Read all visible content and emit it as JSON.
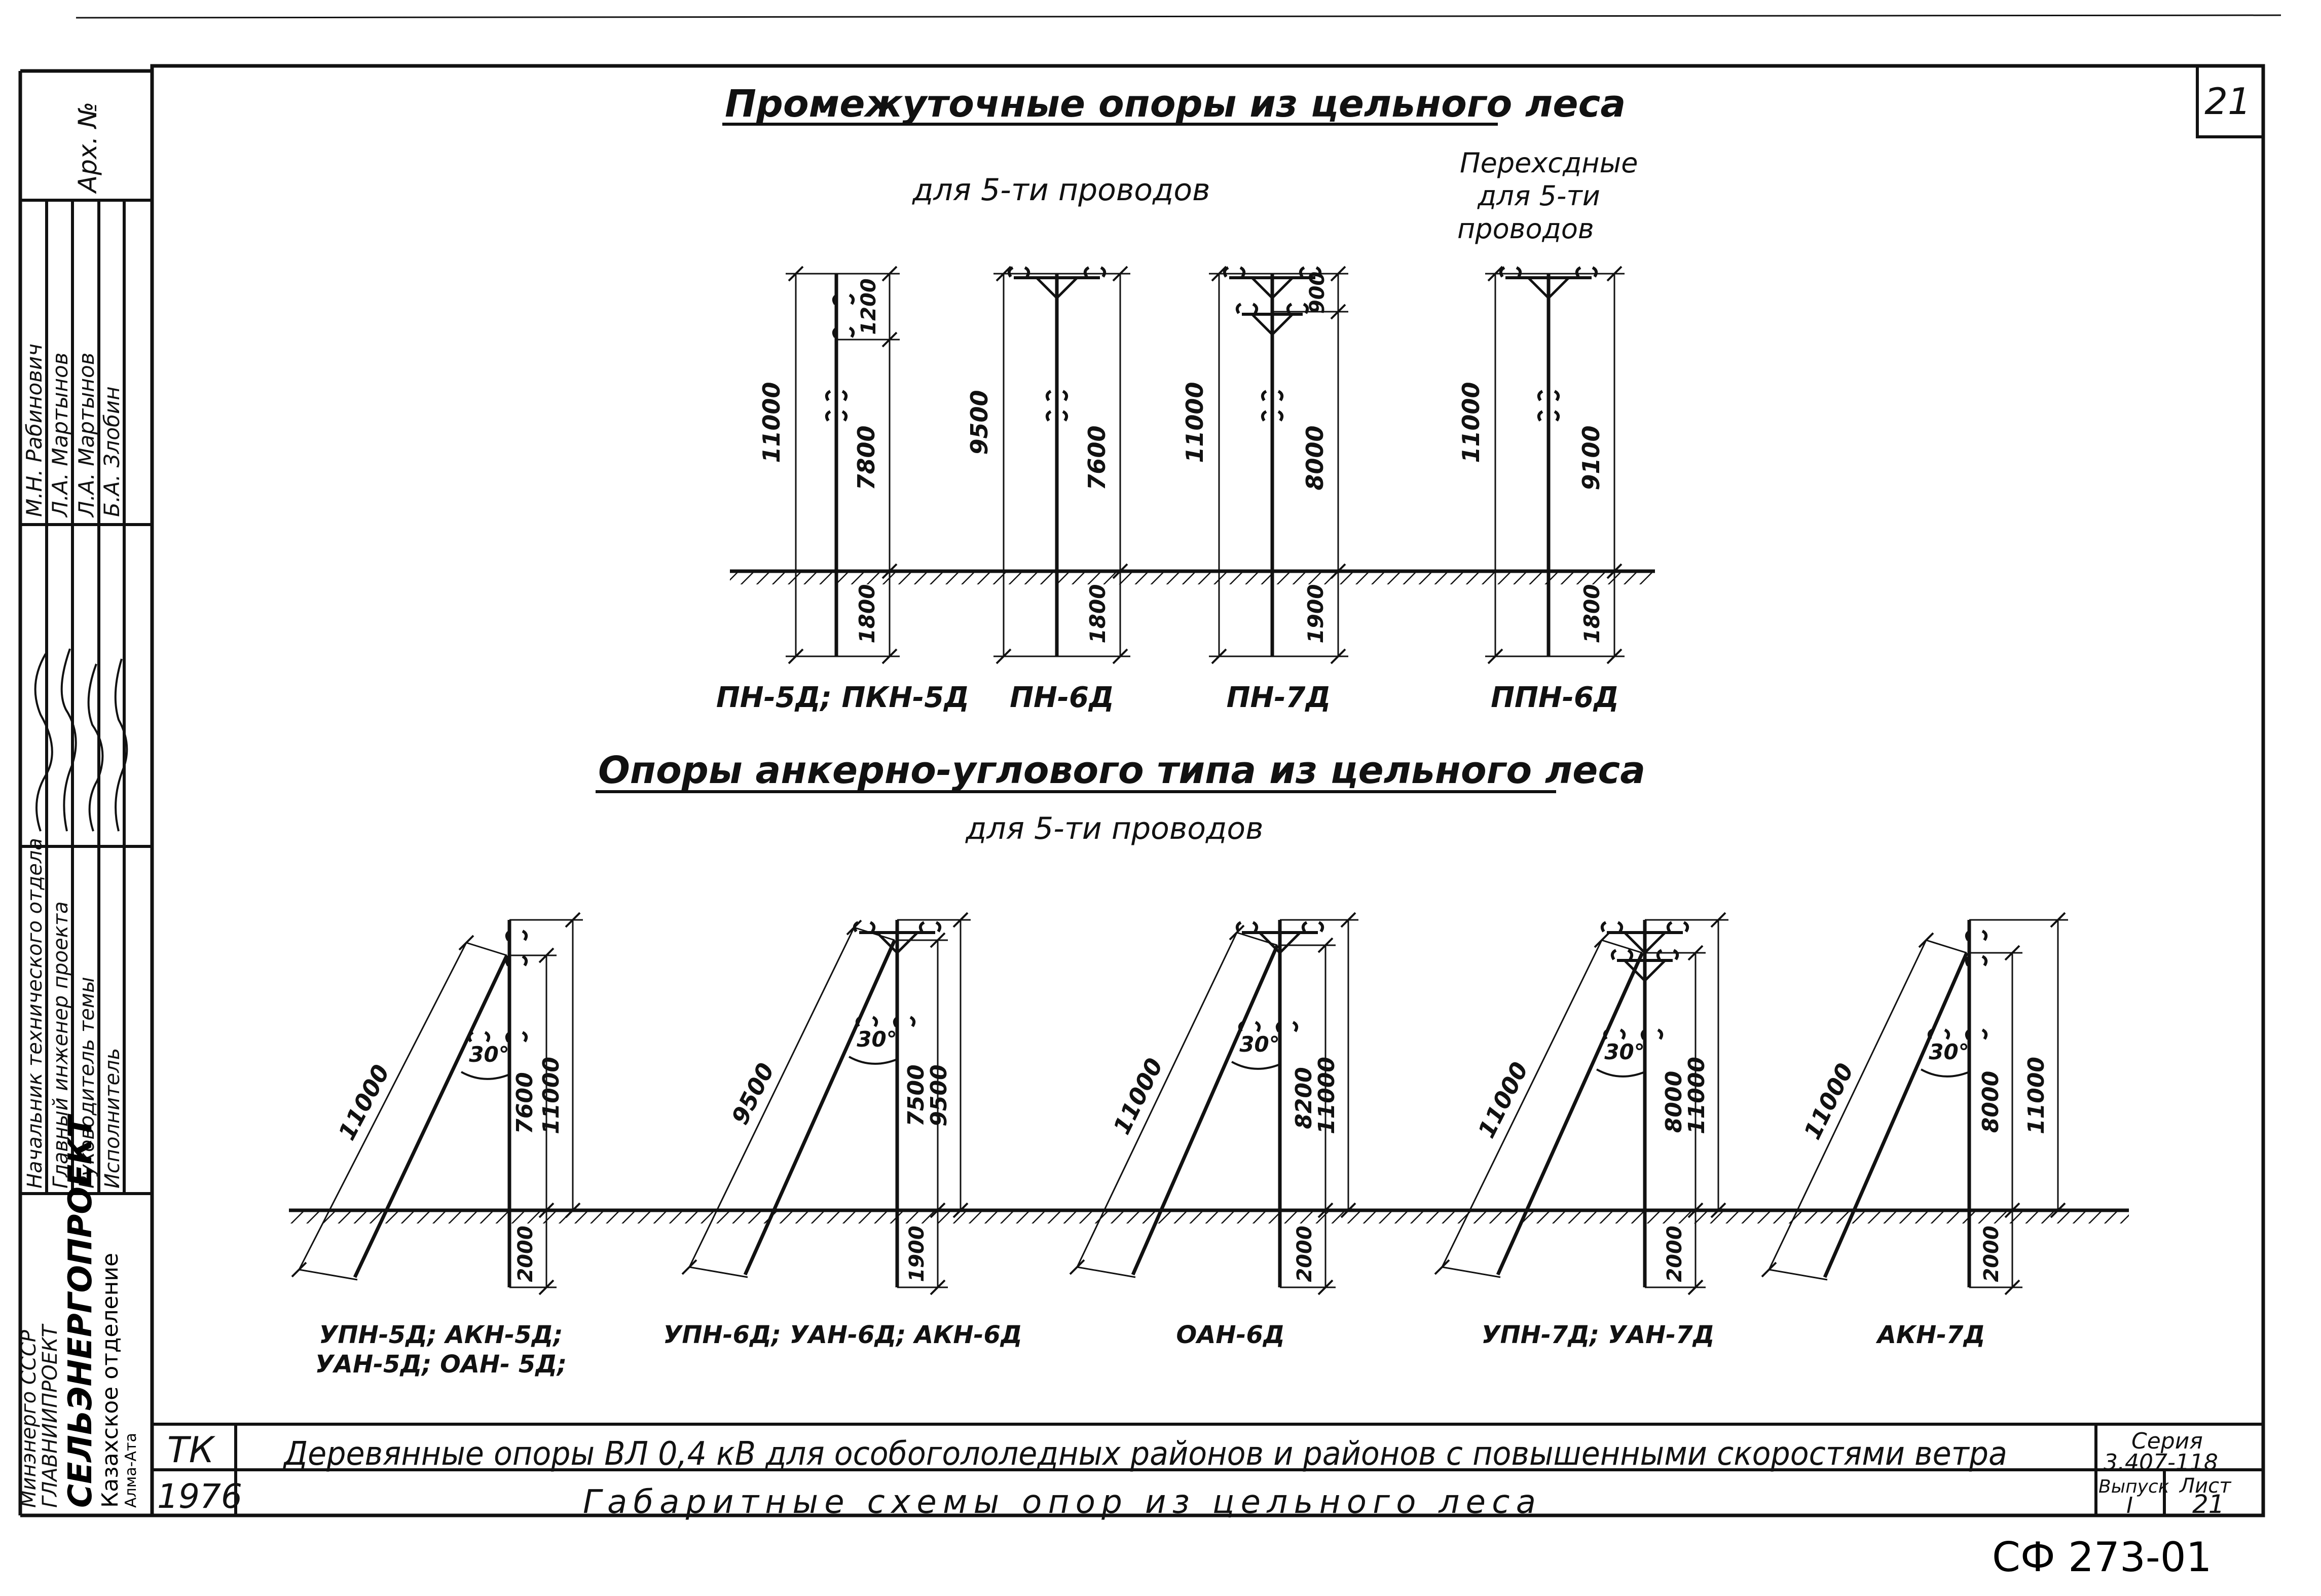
{
  "sheet_number": "21",
  "section1": {
    "title": "Промежуточные опоры из цельного леса",
    "subtitle": "для 5-ти проводов",
    "transition_note": [
      "Перехсдные",
      "для 5-ти",
      "проводов"
    ],
    "poles": [
      {
        "label": "ПН-5Д; ПКН-5Д",
        "total": "11000",
        "above_upper": "1200",
        "above": "7800",
        "below": "1800"
      },
      {
        "label": "ПН-6Д",
        "total": "9500",
        "above": "7600",
        "below": "1800"
      },
      {
        "label": "ПН-7Д",
        "total": "11000",
        "above_upper": "900",
        "above": "8000",
        "below": "1900"
      },
      {
        "label": "ППН-6Д",
        "total": "11000",
        "above": "9100",
        "below": "1800"
      }
    ]
  },
  "section2": {
    "title": "Опоры анкерно-углового типа из цельного леса",
    "subtitle": "для 5-ти проводов",
    "angle": "30°",
    "poles": [
      {
        "label_lines": [
          "УПН-5Д; АКН-5Д;",
          "УАН-5Д; ОАН- 5Д;"
        ],
        "strut": "11000",
        "above": "7600",
        "total": "11000",
        "below": "2000"
      },
      {
        "label_lines": [
          "УПН-6Д; УАН-6Д; АКН-6Д"
        ],
        "strut": "9500",
        "above": "7500",
        "total": "9500",
        "below": "1900"
      },
      {
        "label_lines": [
          "ОАН-6Д"
        ],
        "strut": "11000",
        "above": "8200",
        "total": "11000",
        "below": "2000"
      },
      {
        "label_lines": [
          "УПН-7Д; УАН-7Д"
        ],
        "strut": "11000",
        "above": "8000",
        "total": "11000",
        "below": "2000"
      },
      {
        "label_lines": [
          "АКН-7Д"
        ],
        "strut": "11000",
        "above": "8000",
        "total": "11000",
        "below": "2000"
      }
    ]
  },
  "left_stamp": {
    "arch_no": "Арх. №",
    "roles": [
      "Начальник технического отдела",
      "Главный инженер проекта",
      "Руководитель темы",
      "Исполнитель"
    ],
    "names": [
      "М.Н. Рабинович",
      "Л.А. Мартынов",
      "Л.А. Мартынов",
      "Б.А. Злобин"
    ],
    "org_lines": [
      "Минэнерго СССР",
      "ГЛАВНИИПРОЕКТ",
      "СЕЛЬЭНЕРГОПРОЕКТ",
      "Казахское отделение",
      "Алма-Ата"
    ]
  },
  "title_block": {
    "code": "ТК",
    "year": "1976",
    "title1": "Деревянные опоры ВЛ 0,4 кВ для особогололедных районов и районов с повышенными скоростями ветра",
    "title2": "Габаритные схемы опор из цельного леса",
    "series_label": "Серия",
    "series_value": "3.407-118",
    "issue_label": "Выпуск",
    "issue_value": "I",
    "sheet_label": "Лист",
    "sheet_value": "21"
  },
  "stamp_code": "СФ 273-01",
  "colors": {
    "ink": "#111111",
    "paper": "#ffffff"
  }
}
